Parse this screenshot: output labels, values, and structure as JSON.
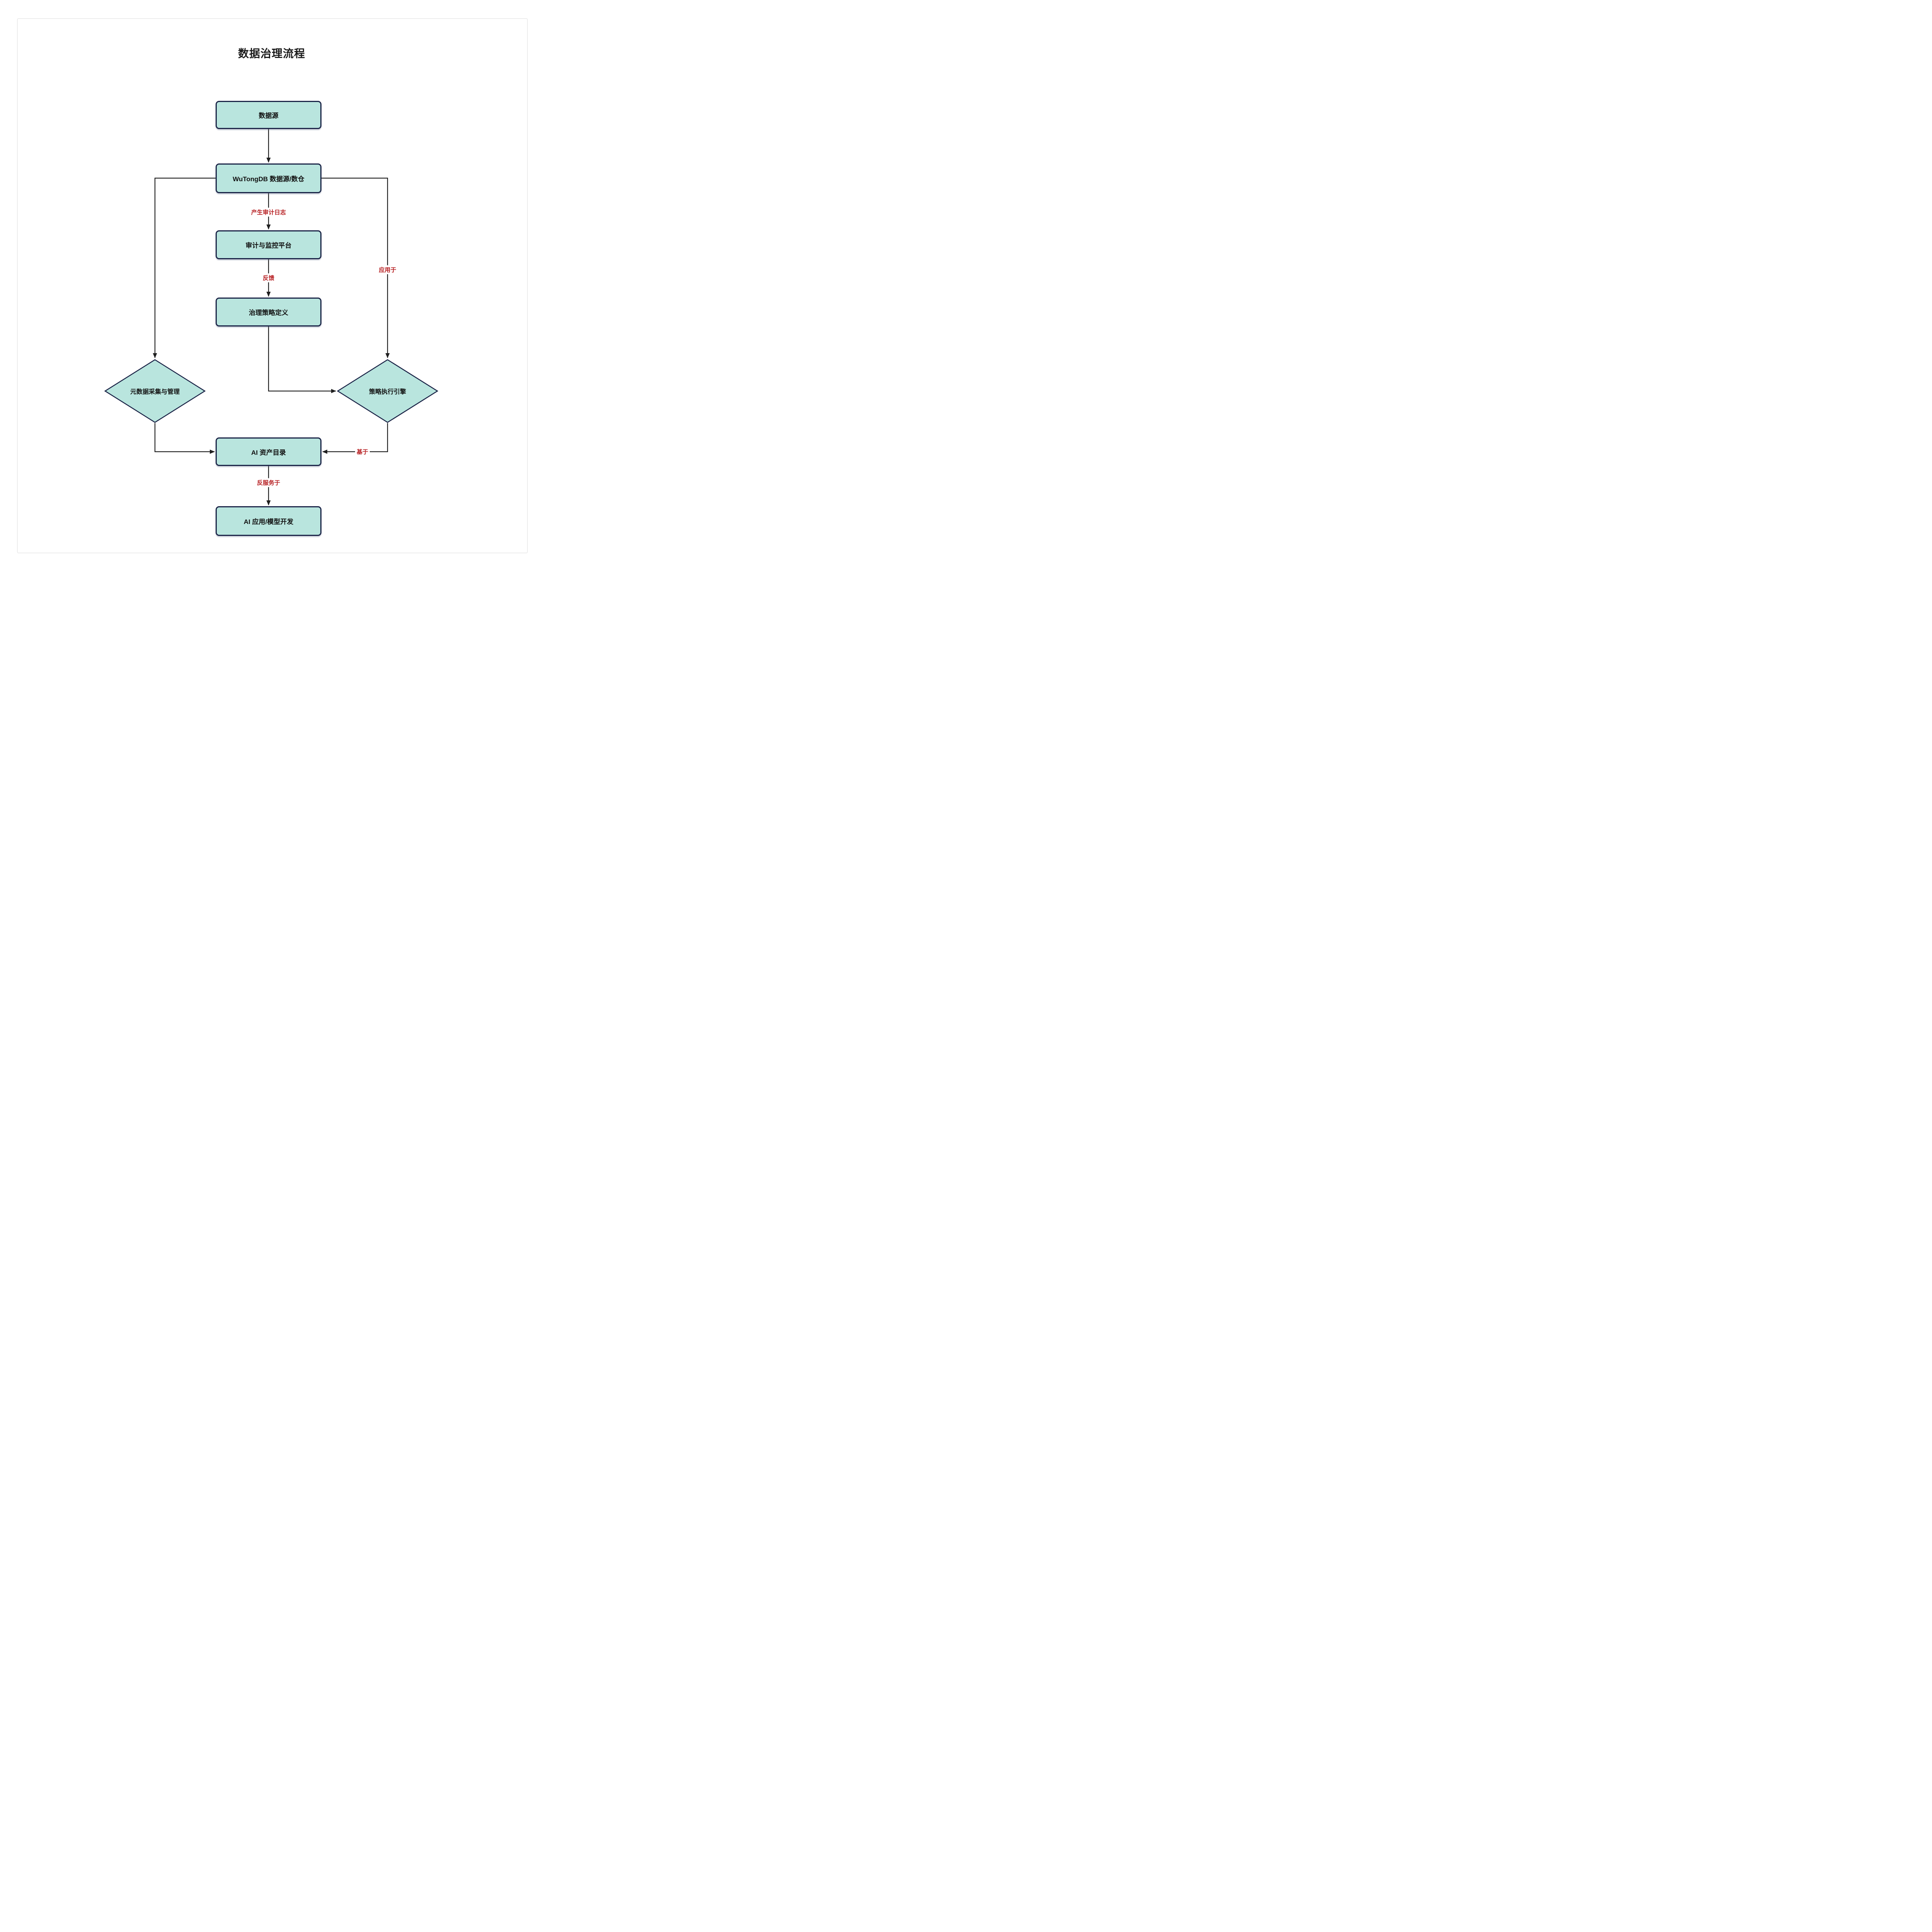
{
  "diagram": {
    "title": "数据治理流程",
    "nodes": [
      {
        "id": "data-source",
        "label": "数据源",
        "shape": "rect"
      },
      {
        "id": "wutongdb",
        "label": "WuTongDB 数据源/数仓",
        "shape": "rect"
      },
      {
        "id": "audit-platform",
        "label": "审计与监控平台",
        "shape": "rect"
      },
      {
        "id": "policy-definition",
        "label": "治理策略定义",
        "shape": "rect"
      },
      {
        "id": "metadata-management",
        "label": "元数据采集与管理",
        "shape": "diamond"
      },
      {
        "id": "policy-engine",
        "label": "策略执行引擎",
        "shape": "diamond"
      },
      {
        "id": "ai-asset-catalog",
        "label": "AI 资产目录",
        "shape": "rect"
      },
      {
        "id": "ai-app-dev",
        "label": "AI 应用/模型开发",
        "shape": "rect"
      }
    ],
    "edges": [
      {
        "from": "data-source",
        "to": "wutongdb",
        "label": ""
      },
      {
        "from": "wutongdb",
        "to": "audit-platform",
        "label": "产生审计日志"
      },
      {
        "from": "audit-platform",
        "to": "policy-definition",
        "label": "反馈"
      },
      {
        "from": "policy-definition",
        "to": "policy-engine",
        "label": ""
      },
      {
        "from": "wutongdb",
        "to": "metadata-management",
        "label": ""
      },
      {
        "from": "wutongdb",
        "to": "policy-engine",
        "label": "应用于"
      },
      {
        "from": "metadata-management",
        "to": "ai-asset-catalog",
        "label": ""
      },
      {
        "from": "policy-engine",
        "to": "ai-asset-catalog",
        "label": "基于"
      },
      {
        "from": "ai-asset-catalog",
        "to": "ai-app-dev",
        "label": "反服务于"
      }
    ],
    "colors": {
      "node_fill": "#b9e5de",
      "node_border": "#1b2447",
      "edge_line": "#1f1f1f",
      "edge_label_red": "#b71f22",
      "frame_border": "#ececec",
      "title_text": "#1a1a1a"
    }
  }
}
